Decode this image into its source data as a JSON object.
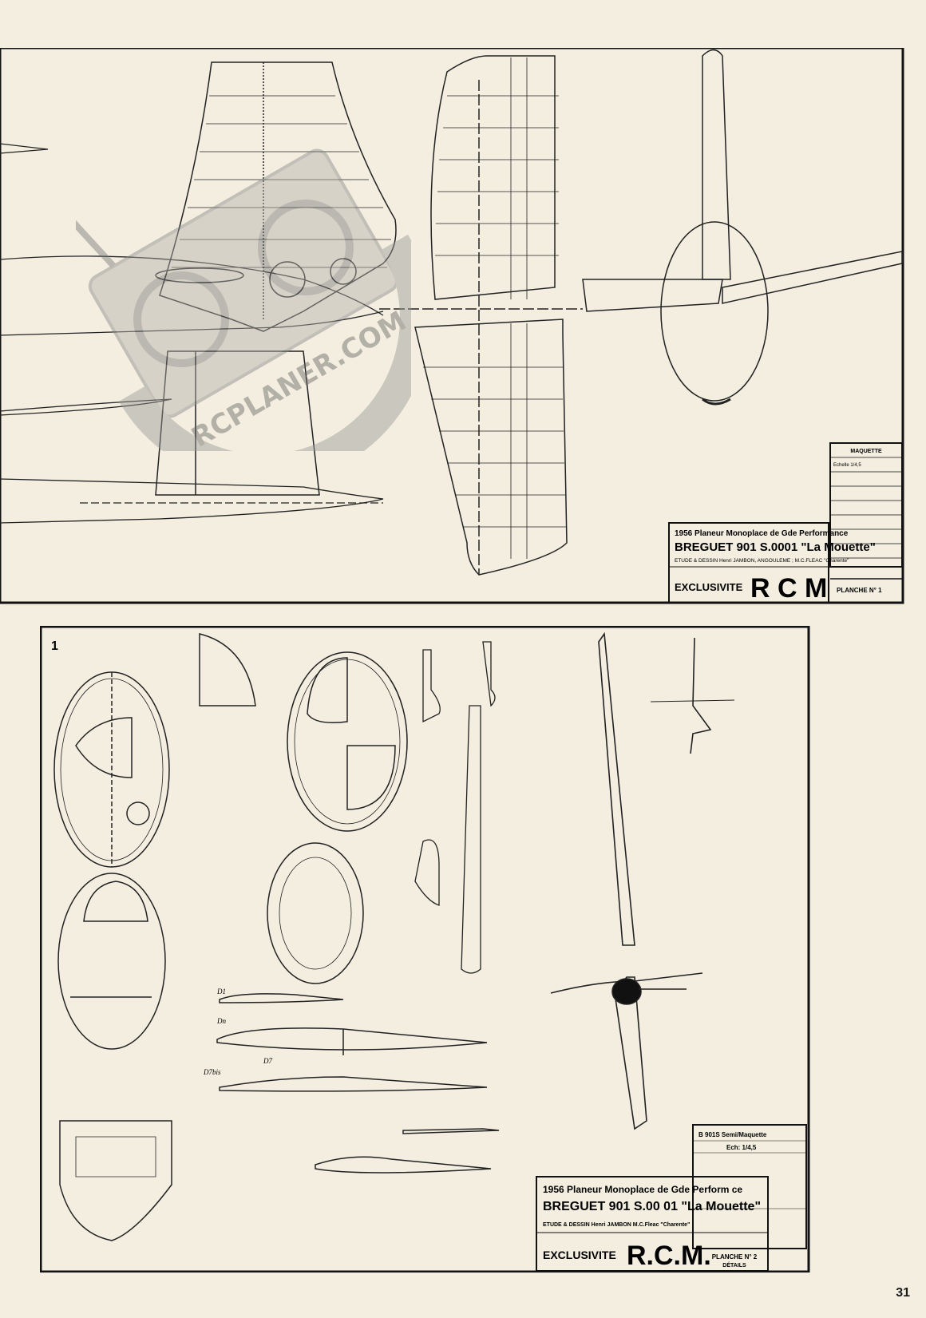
{
  "page": {
    "number": "31"
  },
  "watermark": {
    "text": "RCPLANER.COM"
  },
  "sheet1": {
    "title_block": {
      "year_line": "1956 Planeur Monoplace de Gde Performance",
      "model": "BREGUET 901 S.0001 \"La Mouette\"",
      "credits": "ETUDE & DESSIN Henri JAMBON, ANGOULEME ; M.C.FLEAC \"Charente\"",
      "exclusive_label": "EXCLUSIVITE",
      "brand": "R C M",
      "plate": "PLANCHE N° 1",
      "maquette_header": "MAQUETTE",
      "echelle": "Echelle 1/4,5"
    }
  },
  "sheet2": {
    "sheet_number": "1",
    "section_labels": [
      "D1",
      "Dn",
      "D7",
      "D7bis"
    ],
    "title_block": {
      "year_line": "1956 Planeur Monoplace de Gde Perform ce",
      "model": "BREGUET 901 S.00 01 \"La Mouette\"",
      "credits": "ETUDE & DESSIN Henri JAMBON   M.C.Fleac \"Charente\"",
      "exclusive_label": "EXCLUSIVITE",
      "brand": "R.C.M.",
      "plate": "PLANCHE N° 2",
      "plate_sub": "DÉTAILS",
      "maquette_header": "B 901S Semi/Maquette",
      "echelle": "Ech: 1/4,5"
    }
  }
}
